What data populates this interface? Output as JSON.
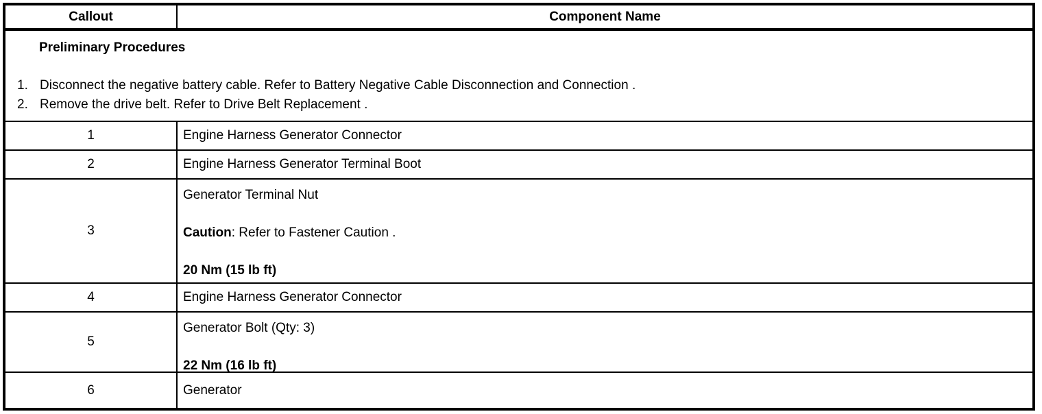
{
  "colors": {
    "border": "#000000",
    "background": "#ffffff",
    "text": "#000000"
  },
  "table": {
    "header": {
      "callout": "Callout",
      "component": "Component Name"
    },
    "preliminary": {
      "title": "Preliminary Procedures",
      "steps": [
        {
          "num": "1.",
          "text": "Disconnect the negative battery cable. Refer to Battery Negative Cable Disconnection and Connection ."
        },
        {
          "num": "2.",
          "text": "Remove the drive belt. Refer to Drive Belt Replacement ."
        }
      ]
    },
    "rows": [
      {
        "callout": "1",
        "lines": [
          {
            "text": "Engine Harness Generator Connector"
          }
        ]
      },
      {
        "callout": "2",
        "lines": [
          {
            "text": "Engine Harness Generator Terminal Boot"
          }
        ]
      },
      {
        "callout": "3",
        "lines": [
          {
            "text": "Generator Terminal Nut"
          },
          {
            "prefix": "Caution",
            "text": ": Refer to Fastener Caution ."
          },
          {
            "text": "20 Nm (15 lb ft)",
            "bold": true
          }
        ]
      },
      {
        "callout": "4",
        "lines": [
          {
            "text": "Engine Harness Generator Connector"
          }
        ]
      },
      {
        "callout": "5",
        "lines": [
          {
            "text": "Generator Bolt (Qty: 3)"
          },
          {
            "text": "22 Nm (16 lb ft)",
            "bold": true
          }
        ]
      },
      {
        "callout": "6",
        "lines": [
          {
            "text": "Generator"
          }
        ]
      }
    ]
  }
}
